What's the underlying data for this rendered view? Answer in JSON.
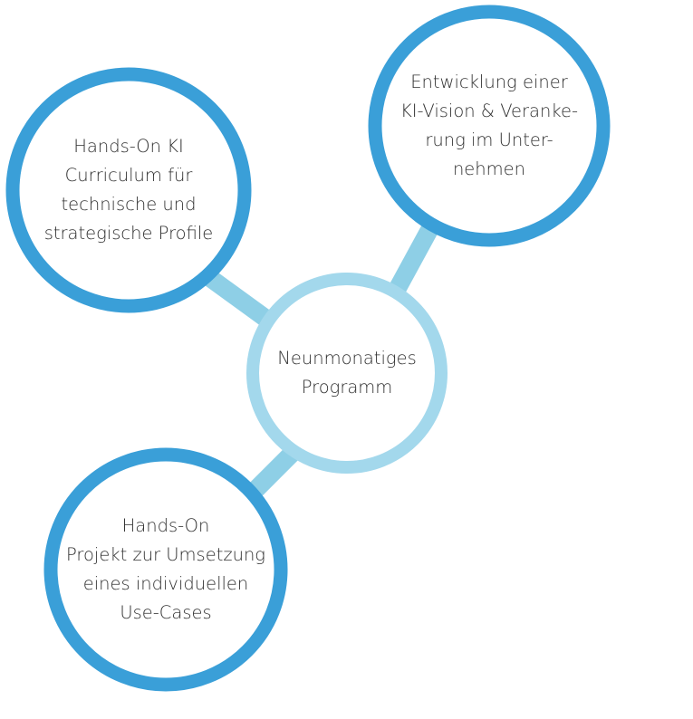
{
  "colors": {
    "outer_ring": "#3a9fd8",
    "center_ring": "#a3d8ec",
    "connector": "#8ecfe6",
    "text": "#2f2f2f"
  },
  "center": {
    "lines": [
      "Neunmonatiges",
      "Programm"
    ]
  },
  "nodes": {
    "top_left": {
      "lines": [
        "Hands-On KI",
        "Curriculum für",
        "technische und",
        "strategische Profile"
      ]
    },
    "top_right": {
      "lines": [
        "Entwicklung einer",
        "KI-Vision & Veranke-",
        "rung im Unter-",
        "nehmen"
      ]
    },
    "bottom_left": {
      "lines": [
        "Hands-On",
        "Projekt zur Umsetzung",
        "eines individuellen",
        "Use-Cases"
      ]
    }
  }
}
